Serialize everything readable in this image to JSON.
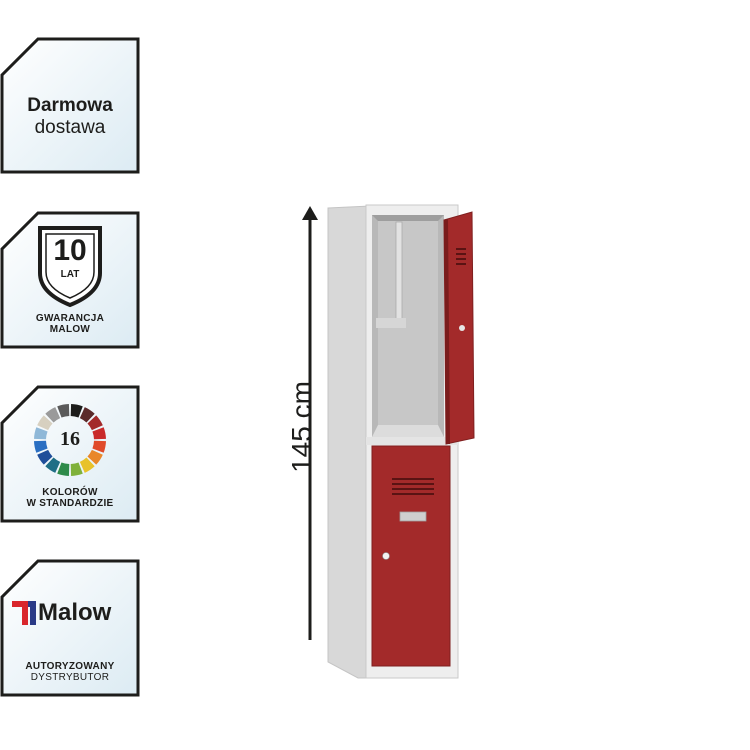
{
  "badges": {
    "delivery": {
      "line1": "Darmowa",
      "line2": "dostawa"
    },
    "warranty": {
      "number": "10",
      "unit": "LAT",
      "line1": "GWARANCJA",
      "line2": "MALOW"
    },
    "colors": {
      "number": "16",
      "line1": "KOLORÓW",
      "line2": "W STANDARDZIE"
    },
    "brand": {
      "name": "Malow",
      "line1": "AUTORYZOWANY",
      "line2": "DYSTRYBUTOR"
    }
  },
  "product": {
    "height_label": "145 cm",
    "door_color": "#a32a2a",
    "body_color": "#e6e6e6"
  }
}
